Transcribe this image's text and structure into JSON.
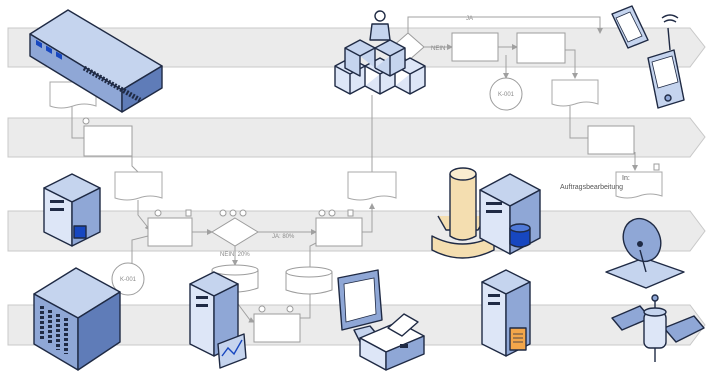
{
  "labels": {
    "ja_top": "JA",
    "nein": "NEIN",
    "ja_80": "JA: 80%",
    "nein_20": "NEIN: 20%",
    "in_label_1": "In:",
    "in_label_2": "Auftragsbearbeitung",
    "conn_1": "K-001",
    "conn_2": "K-001"
  },
  "colors": {
    "lane_fill": "#ebebeb",
    "icon_light": "#c5d4ee",
    "icon_mid": "#8fa7d6",
    "icon_dark": "#1f2a44",
    "accent_blue": "#1747c0"
  },
  "icons": [
    "network-switch-icon",
    "user-icon",
    "warehouse-boxes-icon",
    "pda-device-icon",
    "server-tower-icon",
    "mainframe-icon",
    "server-database-icon",
    "satellite-dish-icon",
    "rack-server-icon",
    "server-chart-icon",
    "printer-monitor-icon",
    "server-file-icon",
    "satellite-icon"
  ]
}
